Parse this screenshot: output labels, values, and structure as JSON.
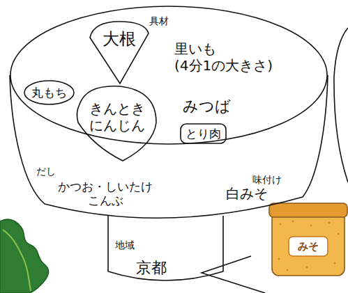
{
  "diagram": {
    "nodes": [
      {
        "text": [
          "具材",
          "里いも (4分1の大きさ)",
          "みつば"
        ]
      },
      {
        "text": [
          "大根"
        ],
        "in": 0
      },
      {
        "text": [
          "丸もち"
        ],
        "in": 0
      },
      {
        "text": [
          "きんとき にんじん"
        ],
        "in": 0
      },
      {
        "text": [
          "とり肉"
        ],
        "in": 0
      },
      {
        "text": [
          "だし",
          "かつお・しいたけ こんぶ",
          "味付け",
          "白みそ"
        ]
      },
      {
        "text": [
          "地域",
          "京都"
        ]
      }
    ],
    "labels": [
      "みそ"
    ]
  }
}
